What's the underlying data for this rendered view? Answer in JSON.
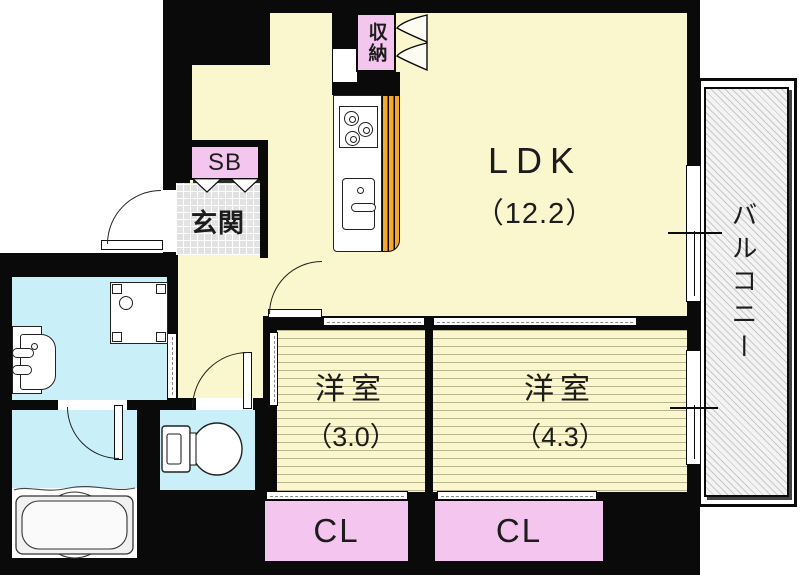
{
  "floorplan": {
    "rooms": {
      "ldk": {
        "label": "LDK",
        "size": "（12.2）"
      },
      "bedroom_small": {
        "label": "洋室",
        "size": "（3.0）"
      },
      "bedroom_large": {
        "label": "洋室",
        "size": "（4.3）"
      },
      "closet_left": {
        "label": "CL"
      },
      "closet_right": {
        "label": "CL"
      },
      "shoe_box": {
        "label": "SB"
      },
      "entrance": {
        "label": "玄関"
      },
      "storage": {
        "label": "収納"
      },
      "balcony": {
        "label": "バルコニー"
      }
    },
    "fixtures": {
      "kitchen": "stove-and-sink-counter",
      "sanitary": "toilet",
      "bath": "bathtub",
      "laundry": "washing-machine-pan",
      "washstand": "vanity-sink"
    },
    "colors": {
      "floor_cream": "#FAF6CE",
      "closet_pink": "#F4C6EF",
      "wet_area_cyan": "#C9F0F8",
      "kitchen_counter_orange": "#F6A82D",
      "wall_black": "#0A0A0A"
    }
  }
}
